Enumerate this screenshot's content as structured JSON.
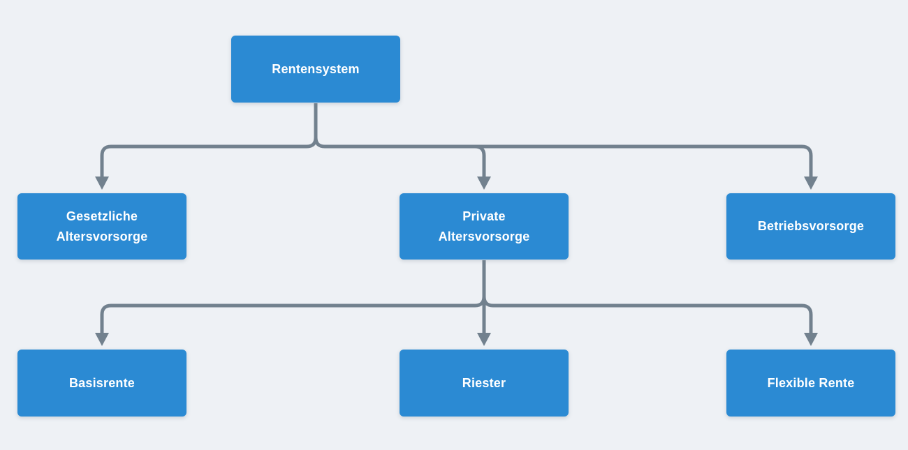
{
  "diagram": {
    "type": "tree",
    "nodes": [
      {
        "id": "rentensystem",
        "label": "Rentensystem"
      },
      {
        "id": "gesetzliche-altersvorsorge",
        "label": "Gesetzliche Altersvorsorge",
        "parent": "rentensystem"
      },
      {
        "id": "private-altersvorsorge",
        "label": "Private Altersvorsorge",
        "parent": "rentensystem"
      },
      {
        "id": "betriebsvorsorge",
        "label": "Betriebsvorsorge",
        "parent": "rentensystem"
      },
      {
        "id": "basisrente",
        "label": "Basisrente",
        "parent": "private-altersvorsorge"
      },
      {
        "id": "riester",
        "label": "Riester",
        "parent": "private-altersvorsorge"
      },
      {
        "id": "flexible-rente",
        "label": "Flexible Rente",
        "parent": "private-altersvorsorge"
      }
    ],
    "edges": [
      {
        "from": "rentensystem",
        "to": "gesetzliche-altersvorsorge"
      },
      {
        "from": "rentensystem",
        "to": "private-altersvorsorge"
      },
      {
        "from": "rentensystem",
        "to": "betriebsvorsorge"
      },
      {
        "from": "private-altersvorsorge",
        "to": "basisrente"
      },
      {
        "from": "private-altersvorsorge",
        "to": "riester"
      },
      {
        "from": "private-altersvorsorge",
        "to": "flexible-rente"
      }
    ],
    "colors": {
      "node_fill": "#2b8ad3",
      "node_text": "#ffffff",
      "connector": "#72818e",
      "background": "#eef1f5"
    }
  }
}
